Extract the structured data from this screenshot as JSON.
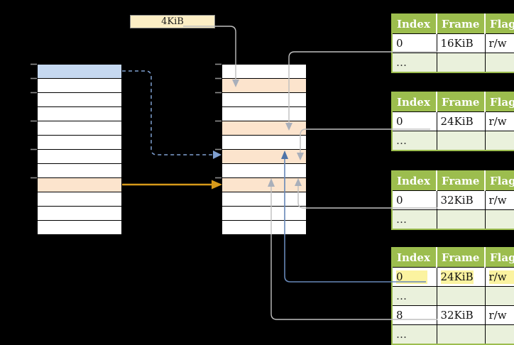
{
  "diagram": {
    "page_size_label": "4KiB",
    "left_table": {
      "label": "virtual-address-space",
      "rows": 12,
      "row_styles": {
        "0": "blue",
        "8": "orange"
      }
    },
    "middle_table": {
      "label": "physical-frames",
      "rows": 12,
      "row_styles": {
        "1": "orange",
        "4": "orange",
        "6": "orange",
        "8": "orange"
      }
    },
    "page_tables": [
      {
        "id": "page-table-16kib",
        "headers": [
          "Index",
          "Frame",
          "Flags"
        ],
        "rows": [
          {
            "cells": [
              "0",
              "16KiB",
              "r/w"
            ],
            "shade": false,
            "highlight": false
          },
          {
            "cells": [
              "…",
              "",
              ""
            ],
            "shade": true,
            "highlight": false
          }
        ]
      },
      {
        "id": "page-table-24kib",
        "headers": [
          "Index",
          "Frame",
          "Flags"
        ],
        "rows": [
          {
            "cells": [
              "0",
              "24KiB",
              "r/w"
            ],
            "shade": false,
            "highlight": false
          },
          {
            "cells": [
              "…",
              "",
              ""
            ],
            "shade": true,
            "highlight": false
          }
        ]
      },
      {
        "id": "page-table-32kib",
        "headers": [
          "Index",
          "Frame",
          "Flags"
        ],
        "rows": [
          {
            "cells": [
              "0",
              "32KiB",
              "r/w"
            ],
            "shade": false,
            "highlight": false
          },
          {
            "cells": [
              "…",
              "",
              ""
            ],
            "shade": true,
            "highlight": false
          }
        ]
      },
      {
        "id": "page-table-bottom",
        "headers": [
          "Index",
          "Frame",
          "Flags"
        ],
        "rows": [
          {
            "cells": [
              "0",
              "24KiB",
              "r/w"
            ],
            "shade": false,
            "highlight": true
          },
          {
            "cells": [
              "…",
              "",
              ""
            ],
            "shade": true,
            "highlight": false
          },
          {
            "cells": [
              "8",
              "32KiB",
              "r/w"
            ],
            "shade": false,
            "highlight": false
          },
          {
            "cells": [
              "…",
              "",
              ""
            ],
            "shade": true,
            "highlight": false
          }
        ]
      }
    ]
  },
  "colors": {
    "header_green": "#9CBD4E",
    "light_green": "#EAF1DC",
    "row_orange": "#FCE4CD",
    "row_blue": "#C6D9F1",
    "highlight_yellow": "#FBF3A0",
    "box_cream": "#FCEEC5",
    "line_gray": "#BFBFBF",
    "head_gray": "#A9AFBA",
    "line_blue": "#6787B7",
    "head_blue": "#4F74A8",
    "dash_blue": "#7F9FD0",
    "arrow_orange": "#D79A1A",
    "tick_gray": "#8C8C8C"
  }
}
